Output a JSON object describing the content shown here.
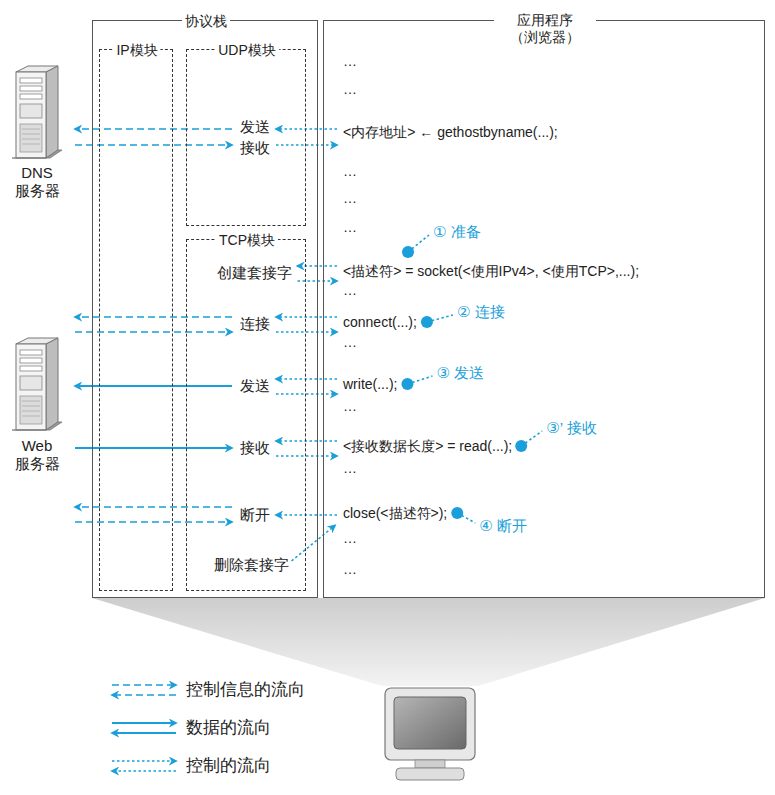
{
  "diagram": {
    "nodes": [
      {
        "text": [
          "协议栈"
        ]
      },
      {
        "text": [
          "IP模块"
        ],
        "in": 0
      },
      {
        "text": [
          "UDP模块",
          "发送",
          "接收"
        ],
        "in": 0
      },
      {
        "text": [
          "TCP模块",
          "创建套接字",
          "连接",
          "发送",
          "接收",
          "断开",
          "删除套接字"
        ],
        "in": 0
      },
      {
        "text": [
          "应用程序 （浏览器）",
          "…",
          "…",
          "<内存地址> ← gethostbyname(...);",
          "…",
          "…",
          "…",
          "<描述符> = socket(<使用IPv4>, <使用TCP>,...);",
          "…",
          "connect(...);",
          "…",
          "write(...);",
          "…",
          "<接收数据长度> = read(...);",
          "…",
          "close(<描述符>);",
          "…",
          "…"
        ]
      },
      {
        "text": [
          "DNS 服务器"
        ]
      },
      {
        "text": [
          "Web 服务器"
        ]
      }
    ],
    "edges": [
      {
        "from": 2,
        "to": 5,
        "arrow": "to"
      },
      {
        "from": 5,
        "to": 2,
        "arrow": "to"
      },
      {
        "from": 4,
        "to": 2,
        "arrow": "to"
      },
      {
        "from": 2,
        "to": 4,
        "arrow": "to"
      },
      {
        "from": 4,
        "to": 3,
        "arrow": "to"
      },
      {
        "from": 3,
        "to": 4,
        "arrow": "to"
      },
      {
        "from": 3,
        "to": 6,
        "arrow": "to"
      },
      {
        "from": 6,
        "to": 3,
        "arrow": "to"
      },
      {
        "from": 4,
        "to": 3,
        "arrow": "to"
      },
      {
        "from": 3,
        "to": 4,
        "arrow": "to"
      },
      {
        "from": 3,
        "to": 6,
        "arrow": "to"
      },
      {
        "from": 4,
        "to": 3,
        "arrow": "to"
      },
      {
        "from": 3,
        "to": 4,
        "arrow": "to"
      },
      {
        "from": 6,
        "to": 3,
        "arrow": "to"
      },
      {
        "from": 4,
        "to": 3,
        "arrow": "to"
      },
      {
        "from": 3,
        "to": 4,
        "arrow": "to"
      },
      {
        "from": 3,
        "to": 6,
        "arrow": "to"
      },
      {
        "from": 6,
        "to": 3,
        "arrow": "to"
      },
      {
        "from": 4,
        "to": 3,
        "arrow": "to"
      },
      {
        "from": 3,
        "to": 4,
        "arrow": "to"
      }
    ],
    "labels": [
      "① 准备",
      "② 连接",
      "③ 发送",
      "③’ 接收",
      "④ 断开"
    ],
    "legend": [
      {
        "text": "控制信息的流向"
      },
      {
        "text": "数据的流向"
      },
      {
        "text": "控制的流向"
      }
    ]
  }
}
